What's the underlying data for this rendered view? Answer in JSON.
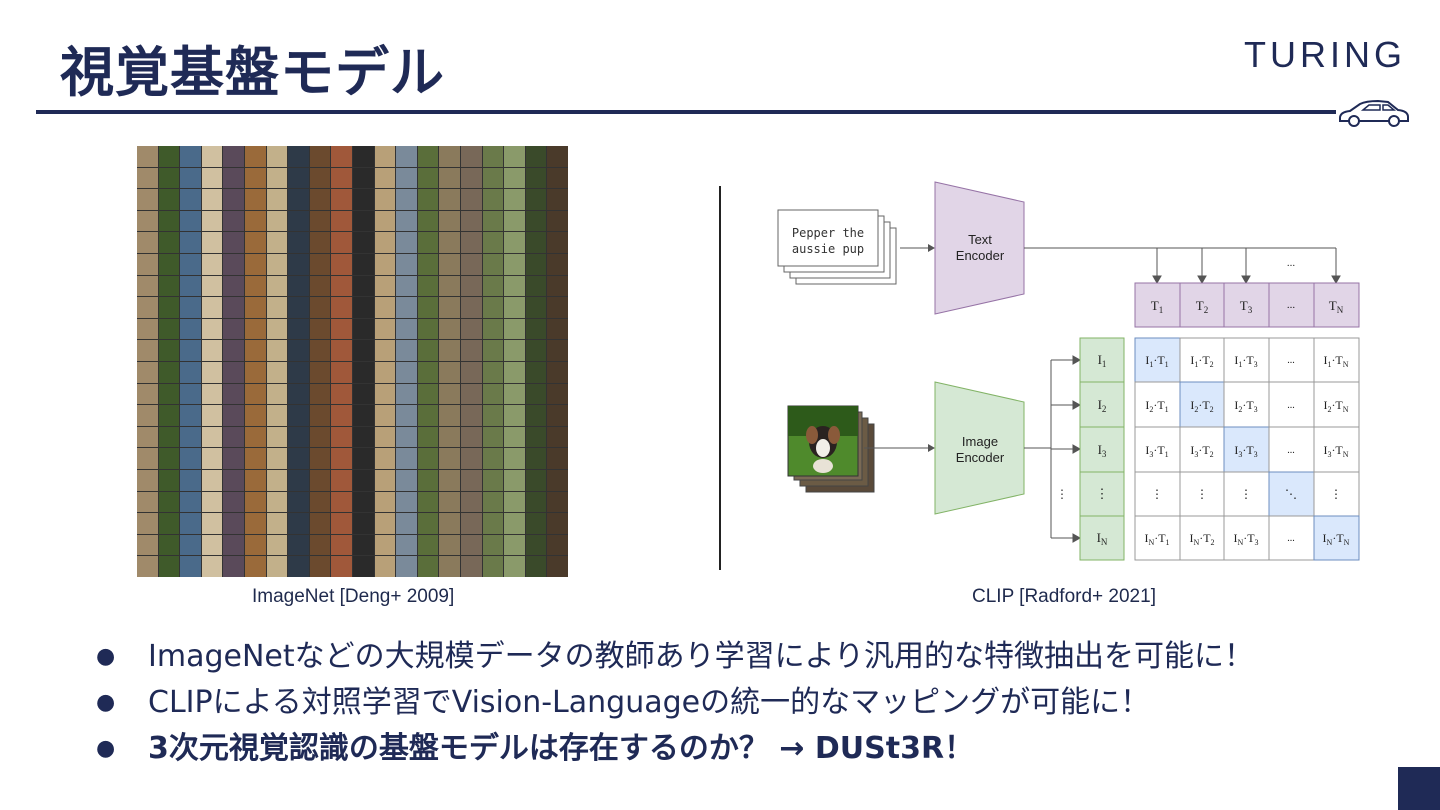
{
  "slide": {
    "title": "視覚基盤モデル",
    "logo": "TURING"
  },
  "figures": {
    "left_caption": "ImageNet [Deng+ 2009]",
    "right_caption": "CLIP [Radford+ 2021]",
    "clip": {
      "text_input": [
        "Pepper the",
        "aussie pup"
      ],
      "text_encoder": [
        "Text",
        "Encoder"
      ],
      "image_encoder": [
        "Image",
        "Encoder"
      ],
      "ellipsis": "...",
      "vdots": "⋮",
      "ddots": "⋱"
    }
  },
  "bullets": [
    {
      "text": "ImageNetなどの大規模データの教師あり学習により汎用的な特徴抽出を可能に！",
      "bold": false
    },
    {
      "text": "CLIPによる対照学習でVision-Languageの統一的なマッピングが可能に！",
      "bold": false
    },
    {
      "text": "3次元視覚認識の基盤モデルは存在するのか？ → DUSt3R！",
      "bold": true
    }
  ],
  "colors": {
    "navy": "#1f2a56",
    "encoder_text_fill": "#e1d5e7",
    "encoder_text_stroke": "#9673a6",
    "encoder_image_fill": "#d5e8d4",
    "encoder_image_stroke": "#82b366",
    "diag_fill": "#dae8fc",
    "diag_stroke": "#6c8ebf"
  }
}
